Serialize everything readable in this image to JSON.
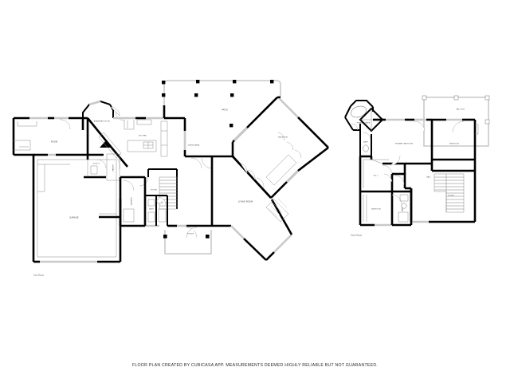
{
  "document": {
    "type": "floor-plan",
    "footer_note": "FLOOR PLAN CREATED BY CUBICASA APP. MEASUREMENTS DEEMED HIGHLY RELIABLE BUT NOT GUARANTEED.",
    "background_color": "#ffffff",
    "wall_color": "#000000",
    "secondary_wall_color": "#c9c9c9",
    "label_color": "#2e2e2e",
    "floor_caption_color": "#6d6d6d"
  },
  "floors": [
    {
      "id": "first-floor",
      "caption": "1st floor",
      "rooms": [
        {
          "id": "room",
          "label": "ROOM"
        },
        {
          "id": "garage",
          "label": "GARAGE"
        },
        {
          "id": "utility",
          "label": "UTILITY"
        },
        {
          "id": "pantry",
          "label": "PANTRY"
        },
        {
          "id": "breakfast-nook",
          "label": "BREAKFAST NOOK"
        },
        {
          "id": "kitchen",
          "label": "KITCHEN"
        },
        {
          "id": "patio",
          "label": "PATIO"
        },
        {
          "id": "dining-area",
          "label": "DINING AREA"
        },
        {
          "id": "foyer",
          "label": "FOYER"
        },
        {
          "id": "laundry",
          "label": "LAUNDRY"
        },
        {
          "id": "bath",
          "label": "BATH"
        },
        {
          "id": "porch",
          "label": "PORCH"
        },
        {
          "id": "living-room",
          "label": "LIVING ROOM"
        },
        {
          "id": "bedroom",
          "label": "BEDROOM"
        }
      ]
    },
    {
      "id": "second-floor",
      "caption": "2nd floor",
      "rooms": [
        {
          "id": "primary-bath",
          "label": "PRIMARY BATH"
        },
        {
          "id": "bath",
          "label": "BATH"
        },
        {
          "id": "primary-bedroom",
          "label": "PRIMARY BEDROOM"
        },
        {
          "id": "balcony",
          "label": "BALCONY"
        },
        {
          "id": "bedroom-ne",
          "label": "BEDROOM"
        },
        {
          "id": "wic",
          "label": "W.I.C."
        },
        {
          "id": "hall",
          "label": "HALL"
        },
        {
          "id": "room",
          "label": "ROOM"
        },
        {
          "id": "bedroom-sw",
          "label": "BEDROOM"
        },
        {
          "id": "bath-2",
          "label": "BATH"
        }
      ]
    }
  ]
}
